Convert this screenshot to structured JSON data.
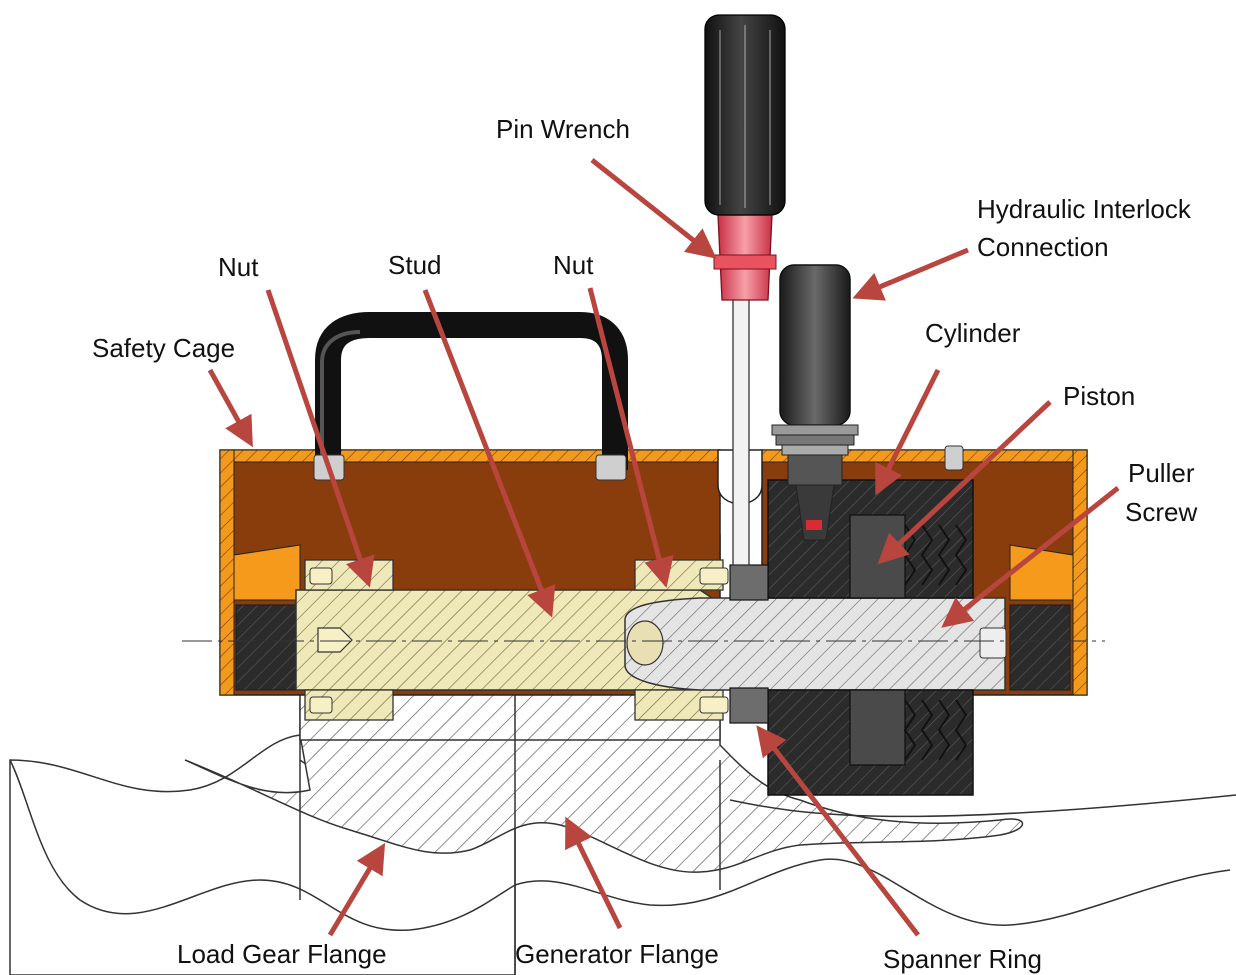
{
  "diagram": {
    "labels": {
      "pin_wrench": "Pin Wrench",
      "hydraulic_line1": "Hydraulic Interlock",
      "hydraulic_line2": "Connection",
      "nut_left": "Nut",
      "stud": "Stud",
      "nut_right": "Nut",
      "safety_cage": "Safety Cage",
      "cylinder": "Cylinder",
      "piston": "Piston",
      "puller_line1": "Puller",
      "puller_line2": "Screw",
      "load_gear_flange": "Load Gear Flange",
      "generator_flange": "Generator Flange",
      "spanner_ring": "Spanner Ring"
    },
    "colors": {
      "arrow": "#b8463f",
      "cage": "#8a3d0c",
      "cage_edge": "#f0900f",
      "stud": "#efe8b8",
      "steel": "#d9d9d9",
      "dark": "#2a2a2a",
      "wrench_red": "#e05a68"
    }
  }
}
